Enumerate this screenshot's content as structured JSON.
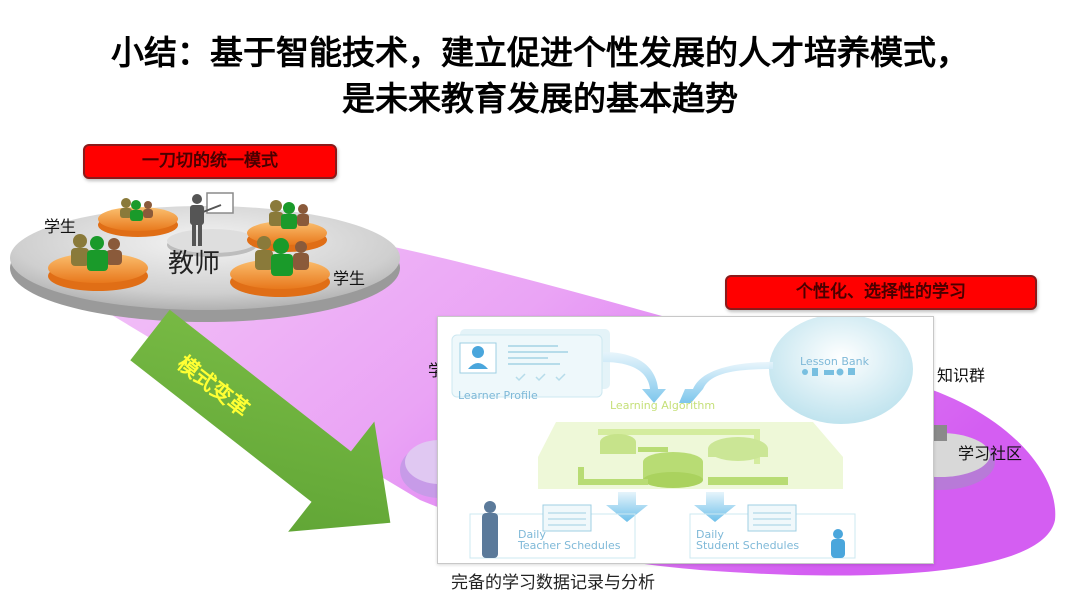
{
  "title": {
    "line1": "小结：基于智能技术，建立促进个性发展的人才培养模式，",
    "line2": "是未来教育发展的基本趋势"
  },
  "left_model": {
    "label": "一刀切的统一模式",
    "teacher_label": "教师",
    "student_label_1": "学生",
    "student_label_2": "学生"
  },
  "transition_arrow": {
    "label": "模式变革",
    "color": "#6aaa3a",
    "text_color": "#ffff33"
  },
  "right_model": {
    "label": "个性化、选择性的学习",
    "side_label_knowledge": "知识群",
    "side_label_community": "学习社区",
    "side_label_partial_left": "学"
  },
  "inset_diagram": {
    "learner_profile": "Learner Profile",
    "lesson_bank": "Lesson Bank",
    "learning_algorithm": "Learning Algorithm",
    "teacher_schedule_line1": "Daily",
    "teacher_schedule_line2": "Teacher Schedules",
    "student_schedule_line1": "Daily",
    "student_schedule_line2": "Student Schedules"
  },
  "caption": "完备的学习数据记录与分析",
  "colors": {
    "label_red": "#ff0000",
    "purple_band": "#e79bf2",
    "purple_deep": "#d65cf0",
    "orange_table": "#f39a3c",
    "student_green": "#1a9a2a",
    "student_olive": "#8a7a3a"
  }
}
